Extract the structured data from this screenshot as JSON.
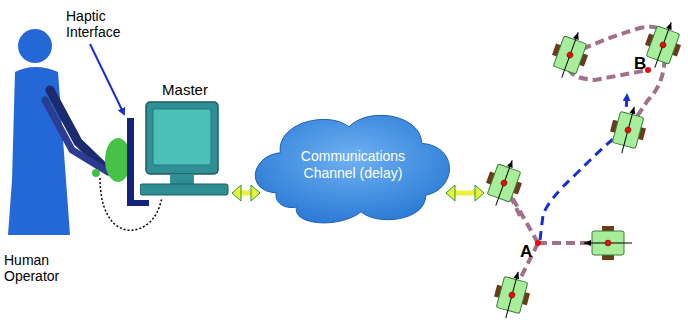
{
  "diagram": {
    "nodes": [
      {
        "text": [
          "Master"
        ]
      },
      {
        "text": [
          "Communications Channel (delay)"
        ]
      }
    ],
    "edges": [
      {
        "from": 0,
        "to": 1,
        "arrow": "both"
      }
    ],
    "labels": [
      "Haptic Interface",
      "Human Operator",
      "A",
      "B"
    ]
  }
}
